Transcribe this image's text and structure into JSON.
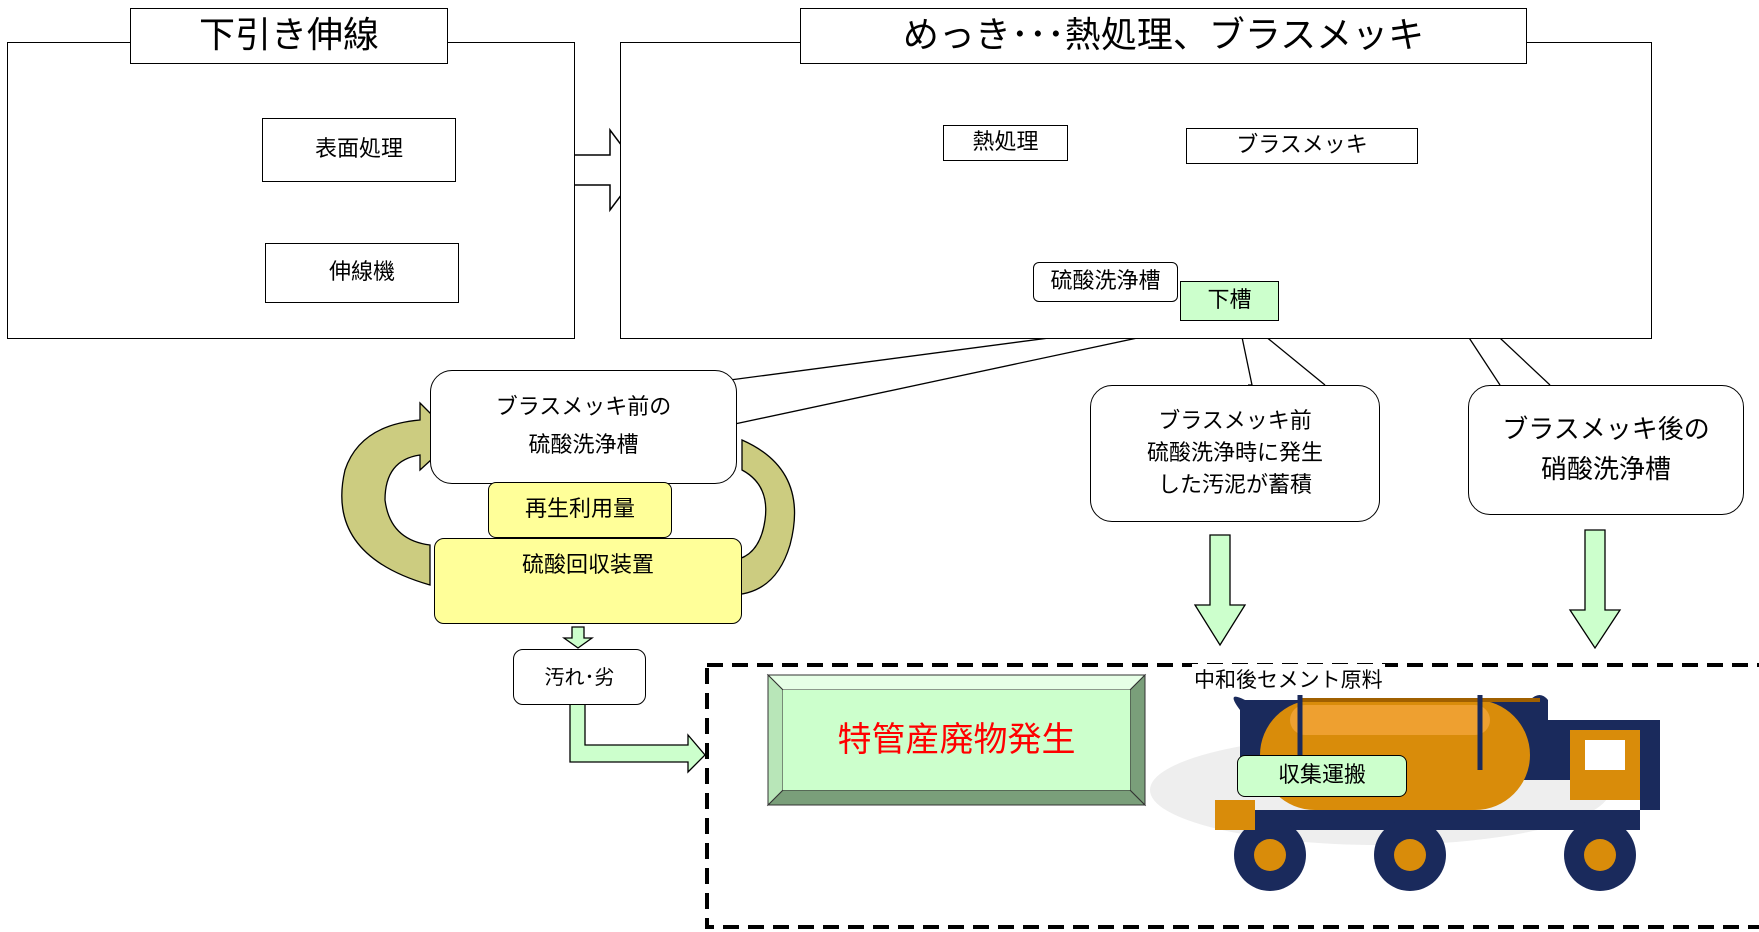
{
  "sections": {
    "drawing_title": "下引き伸線",
    "plating_title": "めっき･･･熱処理、ブラスメッキ"
  },
  "drawing_panel": {
    "surface_treatment": "表面処理",
    "wire_drawing_machine": "伸線機"
  },
  "plating_panel": {
    "heat_treatment": "熱処理",
    "brass_plating": "ブラスメッキ",
    "sulfuric_wash_tank": "硫酸洗浄槽",
    "lower_tank": "下槽"
  },
  "recycle": {
    "pre_plating_tank": [
      "ブラスメッキ前の",
      "硫酸洗浄槽"
    ],
    "reuse_amount": "再生利用量",
    "recovery_unit": "硫酸回収装置",
    "degraded": "汚れ･劣"
  },
  "callouts": {
    "sludge": [
      "ブラスメッキ前",
      "硫酸洗浄時に発生",
      "した汚泥が蓄積"
    ],
    "nitric_tank": [
      "ブラスメッキ後の",
      "硝酸洗浄槽"
    ]
  },
  "disposal": {
    "neutralized": "中和後セメント原料",
    "industrial_waste": "特管産廃物発生",
    "transport": "収集運搬"
  },
  "colors": {
    "pale_yellow": "#ffff99",
    "pale_green": "#ccffcc",
    "warning_red": "#ff0000",
    "arrow_khaki": "#cccc80",
    "roller_blue": "#1a3fd6"
  }
}
